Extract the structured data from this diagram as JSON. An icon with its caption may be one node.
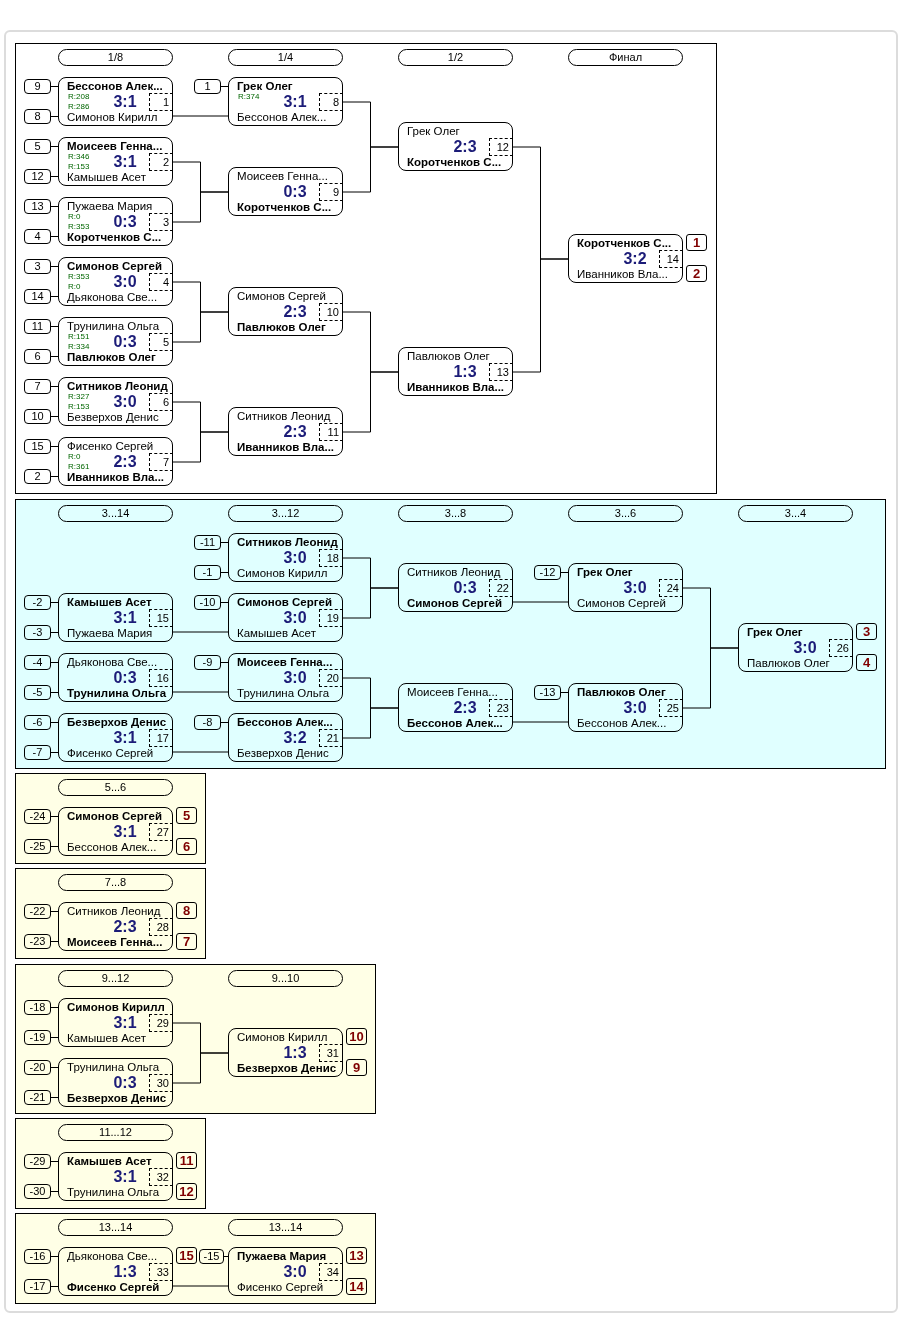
{
  "diagram": {
    "nodes": [
      {
        "text": [],
        "shape": "box"
      },
      {
        "text": [
          "1/8"
        ],
        "in": 0
      },
      {
        "text": [
          "1/4"
        ],
        "in": 0
      },
      {
        "text": [
          "1/2"
        ],
        "in": 0
      },
      {
        "text": [
          "Финал"
        ],
        "in": 0
      },
      {
        "text": [
          "9"
        ],
        "in": 0
      },
      {
        "text": [
          "8"
        ],
        "in": 0
      },
      {
        "text": [
          "Бессонов Алек...",
          "R:208",
          "R:286",
          "3:1",
          "1",
          "Симонов Кирилл"
        ],
        "in": 0
      },
      {
        "text": [
          "5"
        ],
        "in": 0
      },
      {
        "text": [
          "12"
        ],
        "in": 0
      },
      {
        "text": [
          "Моисеев Генна...",
          "R:346",
          "R:153",
          "3:1",
          "2",
          "Камышев Асет"
        ],
        "in": 0
      },
      {
        "text": [
          "13"
        ],
        "in": 0
      },
      {
        "text": [
          "4"
        ],
        "in": 0
      },
      {
        "text": [
          "Пужаева Мария",
          "R:0",
          "R:353",
          "0:3",
          "3",
          "Коротченков С..."
        ],
        "in": 0
      },
      {
        "text": [
          "3"
        ],
        "in": 0
      },
      {
        "text": [
          "14"
        ],
        "in": 0
      },
      {
        "text": [
          "Симонов Сергей",
          "R:353",
          "R:0",
          "3:0",
          "4",
          "Дьяконова Све..."
        ],
        "in": 0
      },
      {
        "text": [
          "11"
        ],
        "in": 0
      },
      {
        "text": [
          "6"
        ],
        "in": 0
      },
      {
        "text": [
          "Трунилина Ольга",
          "R:151",
          "R:334",
          "0:3",
          "5",
          "Павлюков Олег"
        ],
        "in": 0
      },
      {
        "text": [
          "7"
        ],
        "in": 0
      },
      {
        "text": [
          "10"
        ],
        "in": 0
      },
      {
        "text": [
          "Ситников Леонид",
          "R:327",
          "R:153",
          "3:0",
          "6",
          "Безверхов Денис"
        ],
        "in": 0
      },
      {
        "text": [
          "15"
        ],
        "in": 0
      },
      {
        "text": [
          "2"
        ],
        "in": 0
      },
      {
        "text": [
          "Фисенко Сергей",
          "R:0",
          "R:361",
          "2:3",
          "7",
          "Иванников Вла..."
        ],
        "in": 0
      },
      {
        "text": [
          "1"
        ],
        "in": 0
      },
      {
        "text": [
          "Грек Олег",
          "R:374",
          "3:1",
          "8",
          "Бессонов Алек..."
        ],
        "in": 0
      },
      {
        "text": [
          "Моисеев Генна...",
          "0:3",
          "9",
          "Коротченков С..."
        ],
        "in": 0
      },
      {
        "text": [
          "Симонов Сергей",
          "2:3",
          "10",
          "Павлюков Олег"
        ],
        "in": 0
      },
      {
        "text": [
          "Ситников Леонид",
          "2:3",
          "11",
          "Иванников Вла..."
        ],
        "in": 0
      },
      {
        "text": [
          "Грек Олег",
          "2:3",
          "12",
          "Коротченков С..."
        ],
        "in": 0
      },
      {
        "text": [
          "Павлюков Олег",
          "1:3",
          "13",
          "Иванников Вла..."
        ],
        "in": 0
      },
      {
        "text": [
          "Коротченков С...",
          "3:2",
          "14",
          "Иванников Вла..."
        ],
        "in": 0
      },
      {
        "text": [
          "1"
        ],
        "in": 0
      },
      {
        "text": [
          "2"
        ],
        "in": 0
      },
      {
        "text": [],
        "shape": "box"
      },
      {
        "text": [
          "3...14"
        ],
        "in": 36
      },
      {
        "text": [
          "3...12"
        ],
        "in": 36
      },
      {
        "text": [
          "3...8"
        ],
        "in": 36
      },
      {
        "text": [
          "3...6"
        ],
        "in": 36
      },
      {
        "text": [
          "3...4"
        ],
        "in": 36
      },
      {
        "text": [
          "-2"
        ],
        "in": 36
      },
      {
        "text": [
          "-3"
        ],
        "in": 36
      },
      {
        "text": [
          "Камышев Асет",
          "3:1",
          "15",
          "Пужаева Мария"
        ],
        "in": 36
      },
      {
        "text": [
          "-4"
        ],
        "in": 36
      },
      {
        "text": [
          "-5"
        ],
        "in": 36
      },
      {
        "text": [
          "Дьяконова Све...",
          "0:3",
          "16",
          "Трунилина Ольга"
        ],
        "in": 36
      },
      {
        "text": [
          "-6"
        ],
        "in": 36
      },
      {
        "text": [
          "-7"
        ],
        "in": 36
      },
      {
        "text": [
          "Безверхов Денис",
          "3:1",
          "17",
          "Фисенко Сергей"
        ],
        "in": 36
      },
      {
        "text": [
          "-11"
        ],
        "in": 36
      },
      {
        "text": [
          "-1"
        ],
        "in": 36
      },
      {
        "text": [
          "Ситников Леонид",
          "3:0",
          "18",
          "Симонов Кирилл"
        ],
        "in": 36
      },
      {
        "text": [
          "-10"
        ],
        "in": 36
      },
      {
        "text": [
          "Симонов Сергей",
          "3:0",
          "19",
          "Камышев Асет"
        ],
        "in": 36
      },
      {
        "text": [
          "-9"
        ],
        "in": 36
      },
      {
        "text": [
          "Моисеев Генна...",
          "3:0",
          "20",
          "Трунилина Ольга"
        ],
        "in": 36
      },
      {
        "text": [
          "-8"
        ],
        "in": 36
      },
      {
        "text": [
          "Бессонов Алек...",
          "3:2",
          "21",
          "Безверхов Денис"
        ],
        "in": 36
      },
      {
        "text": [
          "Ситников Леонид",
          "0:3",
          "22",
          "Симонов Сергей"
        ],
        "in": 36
      },
      {
        "text": [
          "Моисеев Генна...",
          "2:3",
          "23",
          "Бессонов Алек..."
        ],
        "in": 36
      },
      {
        "text": [
          "-12"
        ],
        "in": 36
      },
      {
        "text": [
          "Грек Олег",
          "3:0",
          "24",
          "Симонов Сергей"
        ],
        "in": 36
      },
      {
        "text": [
          "-13"
        ],
        "in": 36
      },
      {
        "text": [
          "Павлюков Олег",
          "3:0",
          "25",
          "Бессонов Алек..."
        ],
        "in": 36
      },
      {
        "text": [
          "Грек Олег",
          "3:0",
          "26",
          "Павлюков Олег"
        ],
        "in": 36
      },
      {
        "text": [
          "3"
        ],
        "in": 36
      },
      {
        "text": [
          "4"
        ],
        "in": 36
      },
      {
        "text": [],
        "shape": "box"
      },
      {
        "text": [
          "5...6"
        ],
        "in": 69
      },
      {
        "text": [
          "-24"
        ],
        "in": 69
      },
      {
        "text": [
          "-25"
        ],
        "in": 69
      },
      {
        "text": [
          "Симонов Сергей",
          "3:1",
          "27",
          "Бессонов Алек..."
        ],
        "in": 69
      },
      {
        "text": [
          "5"
        ],
        "in": 69
      },
      {
        "text": [
          "6"
        ],
        "in": 69
      },
      {
        "text": [],
        "shape": "box"
      },
      {
        "text": [
          "7...8"
        ],
        "in": 76
      },
      {
        "text": [
          "-22"
        ],
        "in": 76
      },
      {
        "text": [
          "-23"
        ],
        "in": 76
      },
      {
        "text": [
          "Ситников Леонид",
          "2:3",
          "28",
          "Моисеев Генна..."
        ],
        "in": 76
      },
      {
        "text": [
          "8"
        ],
        "in": 76
      },
      {
        "text": [
          "7"
        ],
        "in": 76
      },
      {
        "text": [],
        "shape": "box"
      },
      {
        "text": [
          "9...12"
        ],
        "in": 83
      },
      {
        "text": [
          "9...10"
        ],
        "in": 83
      },
      {
        "text": [
          "-18"
        ],
        "in": 83
      },
      {
        "text": [
          "-19"
        ],
        "in": 83
      },
      {
        "text": [
          "Симонов Кирилл",
          "3:1",
          "29",
          "Камышев Асет"
        ],
        "in": 83
      },
      {
        "text": [
          "-20"
        ],
        "in": 83
      },
      {
        "text": [
          "-21"
        ],
        "in": 83
      },
      {
        "text": [
          "Трунилина Ольга",
          "0:3",
          "30",
          "Безверхов Денис"
        ],
        "in": 83
      },
      {
        "text": [
          "Симонов Кирилл",
          "1:3",
          "31",
          "Безверхов Денис"
        ],
        "in": 83
      },
      {
        "text": [
          "10"
        ],
        "in": 83
      },
      {
        "text": [
          "9"
        ],
        "in": 83
      },
      {
        "text": [],
        "shape": "box"
      },
      {
        "text": [
          "11...12"
        ],
        "in": 95
      },
      {
        "text": [
          "-29"
        ],
        "in": 95
      },
      {
        "text": [
          "-30"
        ],
        "in": 95
      },
      {
        "text": [
          "Камышев Асет",
          "3:1",
          "32",
          "Трунилина Ольга"
        ],
        "in": 95
      },
      {
        "text": [
          "11"
        ],
        "in": 95
      },
      {
        "text": [
          "12"
        ],
        "in": 95
      },
      {
        "text": [],
        "shape": "box"
      },
      {
        "text": [
          "13...14"
        ],
        "in": 102
      },
      {
        "text": [
          "13...14"
        ],
        "in": 102
      },
      {
        "text": [
          "-16"
        ],
        "in": 102
      },
      {
        "text": [
          "-17"
        ],
        "in": 102
      },
      {
        "text": [
          "Дьяконова Све...",
          "1:3",
          "33",
          "Фисенко Сергей"
        ],
        "in": 102
      },
      {
        "text": [
          "15"
        ],
        "in": 102
      },
      {
        "text": [
          "-15"
        ],
        "in": 102
      },
      {
        "text": [
          "Пужаева Мария",
          "3:0",
          "34",
          "Фисенко Сергей"
        ],
        "in": 102
      },
      {
        "text": [
          "13"
        ],
        "in": 102
      },
      {
        "text": [
          "14"
        ],
        "in": 102
      }
    ],
    "edges": [
      {
        "from": 5,
        "to": 7,
        "arrow": "none"
      },
      {
        "from": 6,
        "to": 7,
        "arrow": "none"
      },
      {
        "from": 8,
        "to": 10,
        "arrow": "none"
      },
      {
        "from": 9,
        "to": 10,
        "arrow": "none"
      },
      {
        "from": 11,
        "to": 13,
        "arrow": "none"
      },
      {
        "from": 12,
        "to": 13,
        "arrow": "none"
      },
      {
        "from": 14,
        "to": 16,
        "arrow": "none"
      },
      {
        "from": 15,
        "to": 16,
        "arrow": "none"
      },
      {
        "from": 17,
        "to": 19,
        "arrow": "none"
      },
      {
        "from": 18,
        "to": 19,
        "arrow": "none"
      },
      {
        "from": 20,
        "to": 22,
        "arrow": "none"
      },
      {
        "from": 21,
        "to": 22,
        "arrow": "none"
      },
      {
        "from": 23,
        "to": 25,
        "arrow": "none"
      },
      {
        "from": 24,
        "to": 25,
        "arrow": "none"
      },
      {
        "from": 26,
        "to": 27,
        "arrow": "none"
      },
      {
        "from": 7,
        "to": 27,
        "arrow": "none"
      },
      {
        "from": 10,
        "to": 28,
        "arrow": "none"
      },
      {
        "from": 13,
        "to": 28,
        "arrow": "none"
      },
      {
        "from": 16,
        "to": 29,
        "arrow": "none"
      },
      {
        "from": 19,
        "to": 29,
        "arrow": "none"
      },
      {
        "from": 22,
        "to": 30,
        "arrow": "none"
      },
      {
        "from": 25,
        "to": 30,
        "arrow": "none"
      },
      {
        "from": 27,
        "to": 31,
        "arrow": "none"
      },
      {
        "from": 28,
        "to": 31,
        "arrow": "none"
      },
      {
        "from": 29,
        "to": 32,
        "arrow": "none"
      },
      {
        "from": 30,
        "to": 32,
        "arrow": "none"
      },
      {
        "from": 31,
        "to": 33,
        "arrow": "none"
      },
      {
        "from": 32,
        "to": 33,
        "arrow": "none"
      },
      {
        "from": 42,
        "to": 44,
        "arrow": "none"
      },
      {
        "from": 43,
        "to": 44,
        "arrow": "none"
      },
      {
        "from": 45,
        "to": 47,
        "arrow": "none"
      },
      {
        "from": 46,
        "to": 47,
        "arrow": "none"
      },
      {
        "from": 48,
        "to": 50,
        "arrow": "none"
      },
      {
        "from": 49,
        "to": 50,
        "arrow": "none"
      },
      {
        "from": 51,
        "to": 53,
        "arrow": "none"
      },
      {
        "from": 52,
        "to": 53,
        "arrow": "none"
      },
      {
        "from": 54,
        "to": 55,
        "arrow": "none"
      },
      {
        "from": 44,
        "to": 55,
        "arrow": "none"
      },
      {
        "from": 56,
        "to": 57,
        "arrow": "none"
      },
      {
        "from": 47,
        "to": 57,
        "arrow": "none"
      },
      {
        "from": 58,
        "to": 59,
        "arrow": "none"
      },
      {
        "from": 50,
        "to": 59,
        "arrow": "none"
      },
      {
        "from": 53,
        "to": 60,
        "arrow": "none"
      },
      {
        "from": 55,
        "to": 60,
        "arrow": "none"
      },
      {
        "from": 57,
        "to": 61,
        "arrow": "none"
      },
      {
        "from": 59,
        "to": 61,
        "arrow": "none"
      },
      {
        "from": 62,
        "to": 63,
        "arrow": "none"
      },
      {
        "from": 60,
        "to": 63,
        "arrow": "none"
      },
      {
        "from": 64,
        "to": 65,
        "arrow": "none"
      },
      {
        "from": 61,
        "to": 65,
        "arrow": "none"
      },
      {
        "from": 63,
        "to": 66,
        "arrow": "none"
      },
      {
        "from": 65,
        "to": 66,
        "arrow": "none"
      },
      {
        "from": 71,
        "to": 73,
        "arrow": "none"
      },
      {
        "from": 72,
        "to": 73,
        "arrow": "none"
      },
      {
        "from": 78,
        "to": 80,
        "arrow": "none"
      },
      {
        "from": 79,
        "to": 80,
        "arrow": "none"
      },
      {
        "from": 86,
        "to": 88,
        "arrow": "none"
      },
      {
        "from": 87,
        "to": 88,
        "arrow": "none"
      },
      {
        "from": 89,
        "to": 91,
        "arrow": "none"
      },
      {
        "from": 90,
        "to": 91,
        "arrow": "none"
      },
      {
        "from": 88,
        "to": 92,
        "arrow": "none"
      },
      {
        "from": 91,
        "to": 92,
        "arrow": "none"
      },
      {
        "from": 97,
        "to": 99,
        "arrow": "none"
      },
      {
        "from": 98,
        "to": 99,
        "arrow": "none"
      },
      {
        "from": 105,
        "to": 107,
        "arrow": "none"
      },
      {
        "from": 106,
        "to": 107,
        "arrow": "none"
      },
      {
        "from": 109,
        "to": 110,
        "arrow": "none"
      },
      {
        "from": 107,
        "to": 110,
        "arrow": "none"
      }
    ]
  }
}
